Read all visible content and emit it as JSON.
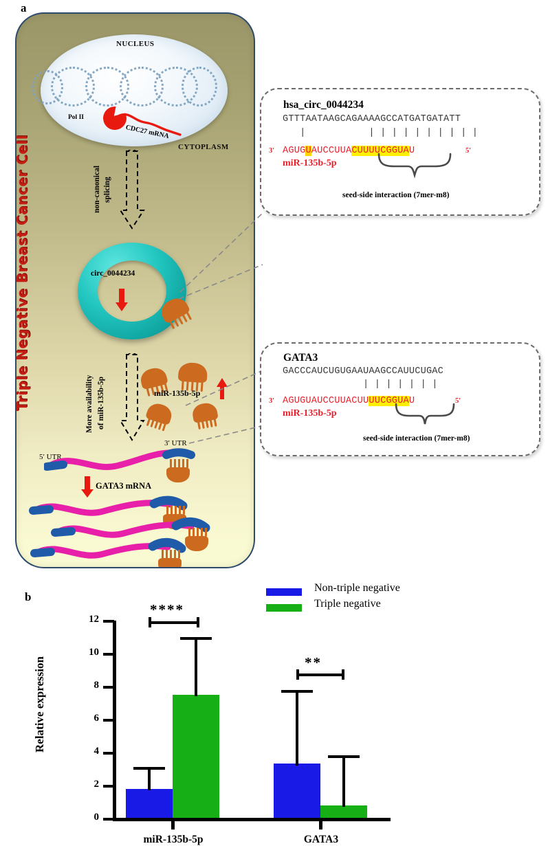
{
  "figure": {
    "panel_a_label": "a",
    "panel_b_label": "b"
  },
  "cell": {
    "title": "Triple Negative Breast Cancer Cell",
    "nucleus_label": "NUCLEUS",
    "cytoplasm_label": "CYTOPLASM",
    "pol2_label": "Pol II",
    "cdc27_label": "CDC27 mRNA",
    "splicing_label_line1": "non-canonical",
    "splicing_label_line2": "splicing",
    "circ_label": "circ_0044234",
    "availability_line1": "More availability",
    "availability_line2": "of miR-135b-5p",
    "mirna_label": "miR-135b-5p",
    "utr5_label": "5′ UTR",
    "utr3_label": "3′ UTR",
    "gata3_mrna_label": "GATA3 mRNA"
  },
  "callout_circ": {
    "title": "hsa_circ_0044234",
    "target_seq": "GTTTAATAAGCAGAAAAGCCATGATGATATT",
    "bars_line": "   |           | | | | | | | | | |",
    "mir_prefix": "AGUG",
    "mir_hl_small": "U",
    "mir_mid": "AUCCUUA",
    "mir_hl_seed": "CUUUUCGGUA",
    "mir_suffix": "U",
    "three_prime": "3′",
    "five_prime": "5′",
    "mir_name": "miR-135b-5p",
    "seed_caption": "seed-side interaction (7mer-m8)"
  },
  "callout_gata3": {
    "title": "GATA3",
    "target_seq": "GACCCAUCUGUGAAUAAGCCAUUCUGAC",
    "bars_line": "              | | | | | | |",
    "mir_prefix": "AGUGUAUCCUUACUU",
    "mir_hl_seed": "UUCGGUA",
    "mir_suffix": "U",
    "three_prime": "3′",
    "five_prime": "5′",
    "mir_name": "miR-135b-5p",
    "seed_caption": "seed-side interaction (7mer-m8)"
  },
  "chart_data": {
    "type": "bar",
    "title": "",
    "xlabel": "",
    "ylabel": "Relative expression",
    "categories": [
      "miR-135b-5p",
      "GATA3"
    ],
    "ylim": [
      0,
      12
    ],
    "yticks": [
      0,
      2,
      4,
      6,
      8,
      10,
      12
    ],
    "ytick_labels": [
      "0",
      "2",
      "4",
      "6",
      "8",
      "10",
      "12"
    ],
    "grid": false,
    "legend_position": "top-right",
    "series": [
      {
        "name": "Non-triple negative",
        "color": "#1a1ae6",
        "values": [
          1.75,
          3.3
        ],
        "errors_upper": [
          3.1,
          7.8
        ]
      },
      {
        "name": "Triple negative",
        "color": "#16b016",
        "values": [
          7.5,
          0.75
        ],
        "errors_upper": [
          11.0,
          3.8
        ]
      }
    ],
    "annotations": [
      {
        "label": "****",
        "group": "miR-135b-5p"
      },
      {
        "label": "**",
        "group": "GATA3"
      }
    ]
  },
  "colors": {
    "non_triple_negative": "#1a1ae6",
    "triple_negative": "#16b016",
    "circ_rna": "#23c6c0",
    "mirna": "#cc6a1f",
    "mrna": "#e81fa8",
    "utr": "#1f5ba8",
    "accent_red": "#e8212c",
    "highlight": "#ffef00"
  }
}
